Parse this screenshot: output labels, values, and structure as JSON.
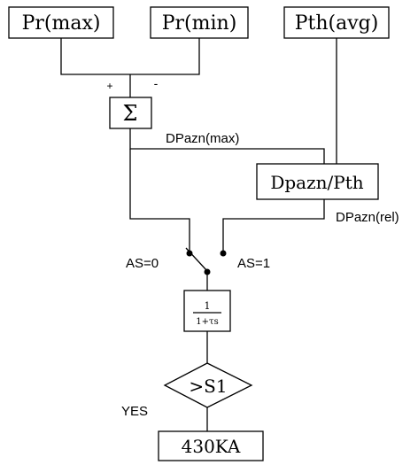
{
  "inputs": {
    "pr_max": "Pr(max)",
    "pr_min": "Pr(min)",
    "pth_avg": "Pth(avg)"
  },
  "summer": {
    "plus": "+",
    "minus": "-",
    "symbol": "Σ"
  },
  "signals": {
    "dpazn_max": "DPazn(max)",
    "dpazn_rel": "DPazn(rel)"
  },
  "divider": {
    "label": "Dpazn/Pth"
  },
  "switch": {
    "as0": "AS=0",
    "as1": "AS=1"
  },
  "filter": {
    "numerator": "1",
    "denominator": "1+τs"
  },
  "comparator": {
    "label": ">S1",
    "yes": "YES"
  },
  "output": {
    "label": "430KA"
  }
}
